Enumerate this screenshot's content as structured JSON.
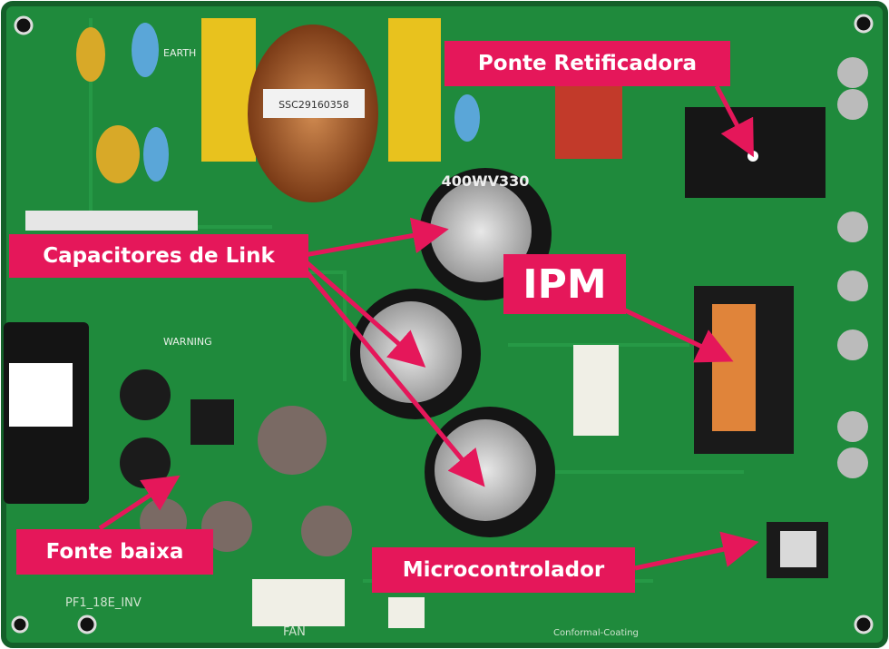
{
  "labels": {
    "rectifier": "Ponte Retificadora",
    "link_capacitors": "Capacitores de Link",
    "ipm": "IPM",
    "low_supply": "Fonte baixa",
    "microcontroller": "Microcontrolador"
  },
  "board_text": {
    "model": "PF1_18E_INV",
    "fan": "FAN",
    "warning": "WARNING",
    "capacitor": "400WV330",
    "inductor": "SSC29160358",
    "earth": "EARTH",
    "coating": "Conformal-Coating"
  },
  "colors": {
    "accent": "#e5175a",
    "pcb": "#1f8a3c"
  }
}
